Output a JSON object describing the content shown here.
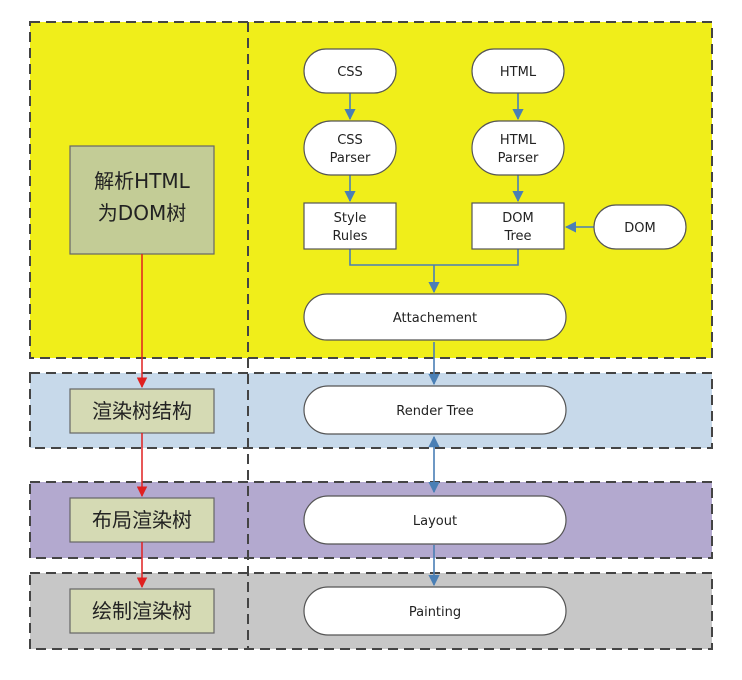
{
  "colors": {
    "parse_band": "#f0ee1a",
    "render_band": "#c7d9ea",
    "layout_band": "#b3a9cf",
    "paint_band": "#c7c7c7",
    "stage_box": "#d5dab4",
    "stage_box_parse": "#c3cc96",
    "arrow_blue": "#4a7fb5",
    "arrow_red": "#e02020",
    "dashed_border": "#444444"
  },
  "stages": {
    "parse": {
      "line1": "解析HTML",
      "line2": "为DOM树"
    },
    "render_tree": "渲染树结构",
    "layout": "布局渲染树",
    "paint": "绘制渲染树"
  },
  "nodes": {
    "css": "CSS",
    "html": "HTML",
    "css_parser": {
      "line1": "CSS",
      "line2": "Parser"
    },
    "html_parser": {
      "line1": "HTML",
      "line2": "Parser"
    },
    "style_rules": {
      "line1": "Style",
      "line2": "Rules"
    },
    "dom_tree": {
      "line1": "DOM",
      "line2": "Tree"
    },
    "dom": "DOM",
    "attachment": "Attachement",
    "render_tree": "Render Tree",
    "layout": "Layout",
    "painting": "Painting"
  }
}
